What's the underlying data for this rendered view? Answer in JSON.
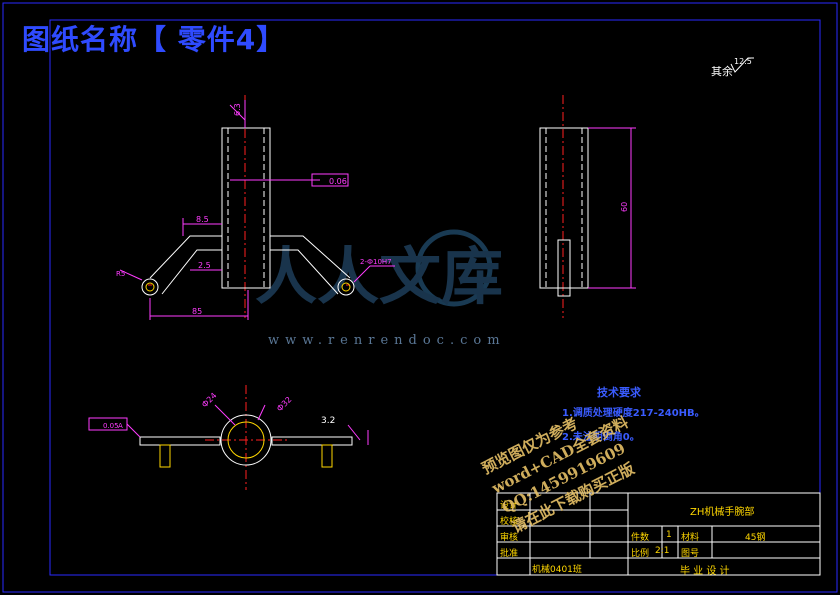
{
  "header": {
    "title": "图纸名称【 零件4】"
  },
  "roughness": {
    "label": "其余",
    "value": "12.5"
  },
  "tech_requirements": {
    "heading": "技术要求",
    "items": [
      "1.调质处理硬度217-240HB。",
      "2.未注明倒角0。"
    ]
  },
  "dimensions": {
    "flatness": "0.06",
    "d1": "8.5",
    "d2": "2.5",
    "d3": "85",
    "d4": "R5",
    "d5": "2-Ф10H7",
    "d6": "60",
    "d7": "Ф24",
    "d8": "Ф32",
    "d9": "3.2",
    "d10": "0.05",
    "d11": "A",
    "d12": "6.3",
    "d13": "3.2"
  },
  "title_block": {
    "part_name": "ZH机械手腕部",
    "material_label": "材料",
    "material": "45钢",
    "qty_label": "件数",
    "qty": "1",
    "scale_label": "比例",
    "scale": "2:1",
    "drawing_no_label": "图号",
    "designer": "设计",
    "checker": "校核",
    "reviewer": "审核",
    "approver": "批准",
    "school": "机械0401班",
    "footer": "毕 业 设 计"
  },
  "watermark": {
    "brand": "人人文库",
    "url": "www.renrendoc.com",
    "lines": [
      "预览图仅为参考",
      "word+CAD全套资料",
      "QQ:1459919609",
      "请在此下载购买正版"
    ]
  }
}
